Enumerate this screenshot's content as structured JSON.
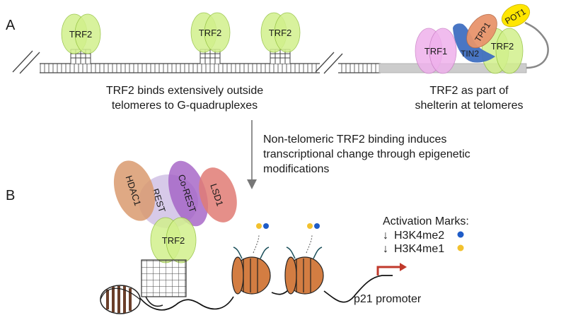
{
  "panels": {
    "a": "A",
    "b": "B"
  },
  "top": {
    "trf2_caption_line1": "TRF2 binds extensively outside",
    "trf2_caption_line2": "telomeres to G-quadruplexes",
    "shelterin_caption_line1": "TRF2 as part of",
    "shelterin_caption_line2": "shelterin at telomeres"
  },
  "proteins": {
    "trf2": "TRF2",
    "trf1": "TRF1",
    "tin2": "TIN2",
    "tpp1": "TPP1",
    "pot1": "POT1",
    "hdac1": "HDAC1",
    "rest": "REST",
    "corest": "Co-REST",
    "lsd1": "LSD1"
  },
  "transition": {
    "line1": "Non-telomeric TRF2 binding induces",
    "line2": "transcriptional change through epigenetic",
    "line3": "modifications"
  },
  "bottom": {
    "marks_title": "Activation Marks:",
    "mark1": "H3K4me2",
    "mark2": "H3K4me1",
    "down_arrow": "↓",
    "promoter": "p21 promoter"
  },
  "colors": {
    "trf2": "#d2f08c",
    "trf1": "#efb1ec",
    "tin2": "#3f6fc1",
    "tpp1": "#e8946c",
    "pot1": "#ffe600",
    "hdac1": "#d99a6f",
    "rest": "#c9b8e2",
    "corest": "#a25fc4",
    "lsd1": "#e07b74",
    "nucleosome": "#d37d42",
    "shelterin_dna": "#cccccc",
    "mark_blue": "#1f5cc8",
    "mark_yellow": "#f2c12e",
    "promoter": "#c0392b"
  }
}
